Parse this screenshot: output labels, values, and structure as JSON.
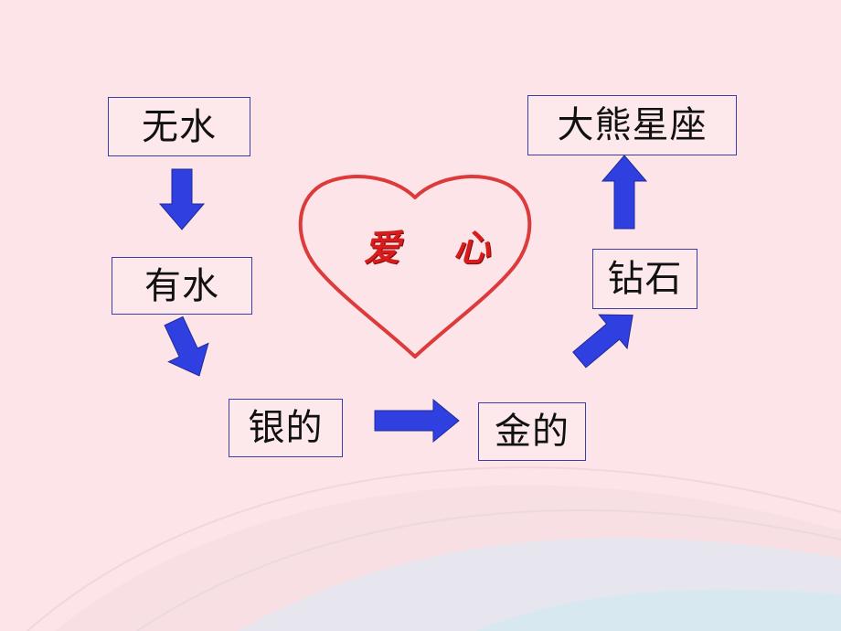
{
  "slide": {
    "background_color": "#fce4e8",
    "heart": {
      "label": "爱 心",
      "stroke_color": "#dd3b3b",
      "label_color": "#d81b1b"
    },
    "boxes": [
      {
        "id": "no-water",
        "label": "无水"
      },
      {
        "id": "has-water",
        "label": "有水"
      },
      {
        "id": "silver",
        "label": "银的"
      },
      {
        "id": "gold",
        "label": "金的"
      },
      {
        "id": "diamond",
        "label": "钻石"
      },
      {
        "id": "big-dipper",
        "label": "大熊星座"
      }
    ],
    "arrow_color": "#2f3fe0",
    "box_border_color": "#3a3fa8"
  }
}
